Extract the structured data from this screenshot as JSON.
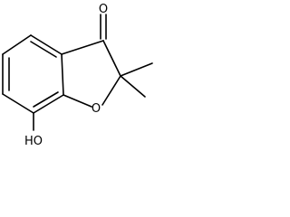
{
  "molecule": {
    "atoms": {
      "ketone_oxygen": "O",
      "ring_oxygen": "O",
      "hydroxyl": "HO"
    }
  }
}
